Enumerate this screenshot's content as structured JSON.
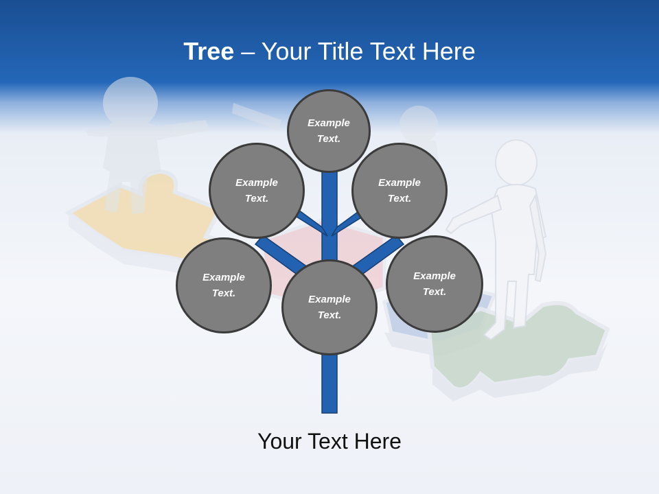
{
  "title": {
    "bold": "Tree",
    "separator": " – ",
    "rest": "Your Title Text Here"
  },
  "nodes": [
    {
      "line1": "Example",
      "line2": "Text."
    },
    {
      "line1": "Example",
      "line2": "Text."
    },
    {
      "line1": "Example",
      "line2": "Text."
    },
    {
      "line1": "Example",
      "line2": "Text."
    },
    {
      "line1": "Example",
      "line2": "Text."
    },
    {
      "line1": "Example",
      "line2": "Text."
    }
  ],
  "caption": "Your Text Here",
  "colors": {
    "header": "#1f5eaa",
    "trunk": "#2262b0",
    "trunk_outline": "#163f73",
    "node_fill": "#7f7f7f",
    "node_border": "#3b3b3b",
    "puzzle_yellow": "#f1d9a6",
    "puzzle_red": "#ecc1c6",
    "puzzle_blue": "#b8c7e3",
    "puzzle_green": "#c6d6c9"
  }
}
